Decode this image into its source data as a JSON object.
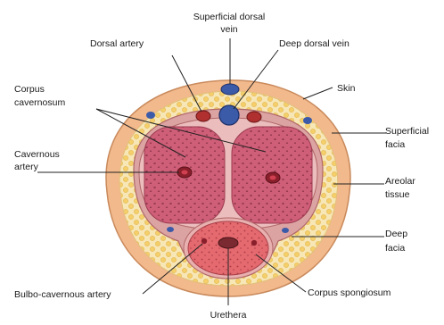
{
  "labels": {
    "superficial_dorsal_vein_line1": "Superficial dorsal",
    "superficial_dorsal_vein_line2": "vein",
    "dorsal_artery": "Dorsal artery",
    "deep_dorsal_vein": "Deep dorsal vein",
    "corpus_cavernosum_line1": "Corpus",
    "corpus_cavernosum_line2": "cavernosum",
    "skin": "Skin",
    "superficial_facia_line1": "Superficial",
    "superficial_facia_line2": "facia",
    "cavernous_artery_line1": "Cavernous",
    "cavernous_artery_line2": "artery",
    "areolar_tissue_line1": "Areolar",
    "areolar_tissue_line2": "tissue",
    "deep_facia_line1": "Deep",
    "deep_facia_line2": "facia",
    "bulbo_cavernous_artery": "Bulbo-cavernous artery",
    "corpus_spongiosum": "Corpus spongiosum",
    "urethera": "Urethera"
  },
  "colors": {
    "skin": "#f2b98c",
    "skin_edge": "#c98a5c",
    "superficial_fascia": "#f6e3b0",
    "fat_globules": "#f4cf6a",
    "deep_fascia": "#c98a85",
    "tunica": "#e9b3b3",
    "cavernosum": "#cf5f78",
    "spongiosum": "#e46a70",
    "vein": "#3b5aa8",
    "artery": "#b03030",
    "leader_line": "#222222"
  }
}
